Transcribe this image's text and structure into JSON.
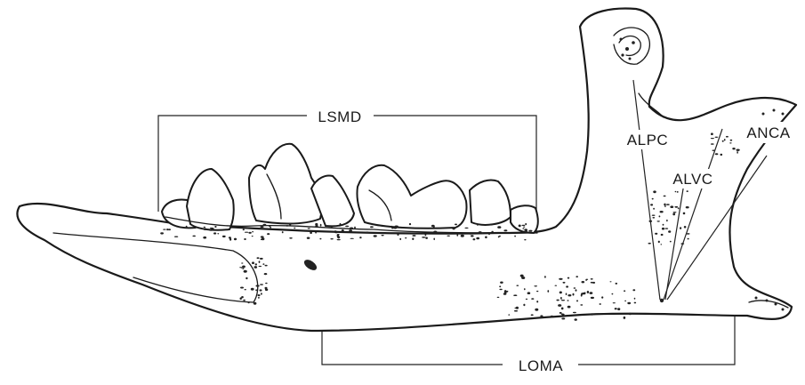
{
  "labels": {
    "lsmd": "LSMD",
    "loma": "LOMA",
    "alpc": "ALPC",
    "alvc": "ALVC",
    "anca": "ANCA"
  }
}
